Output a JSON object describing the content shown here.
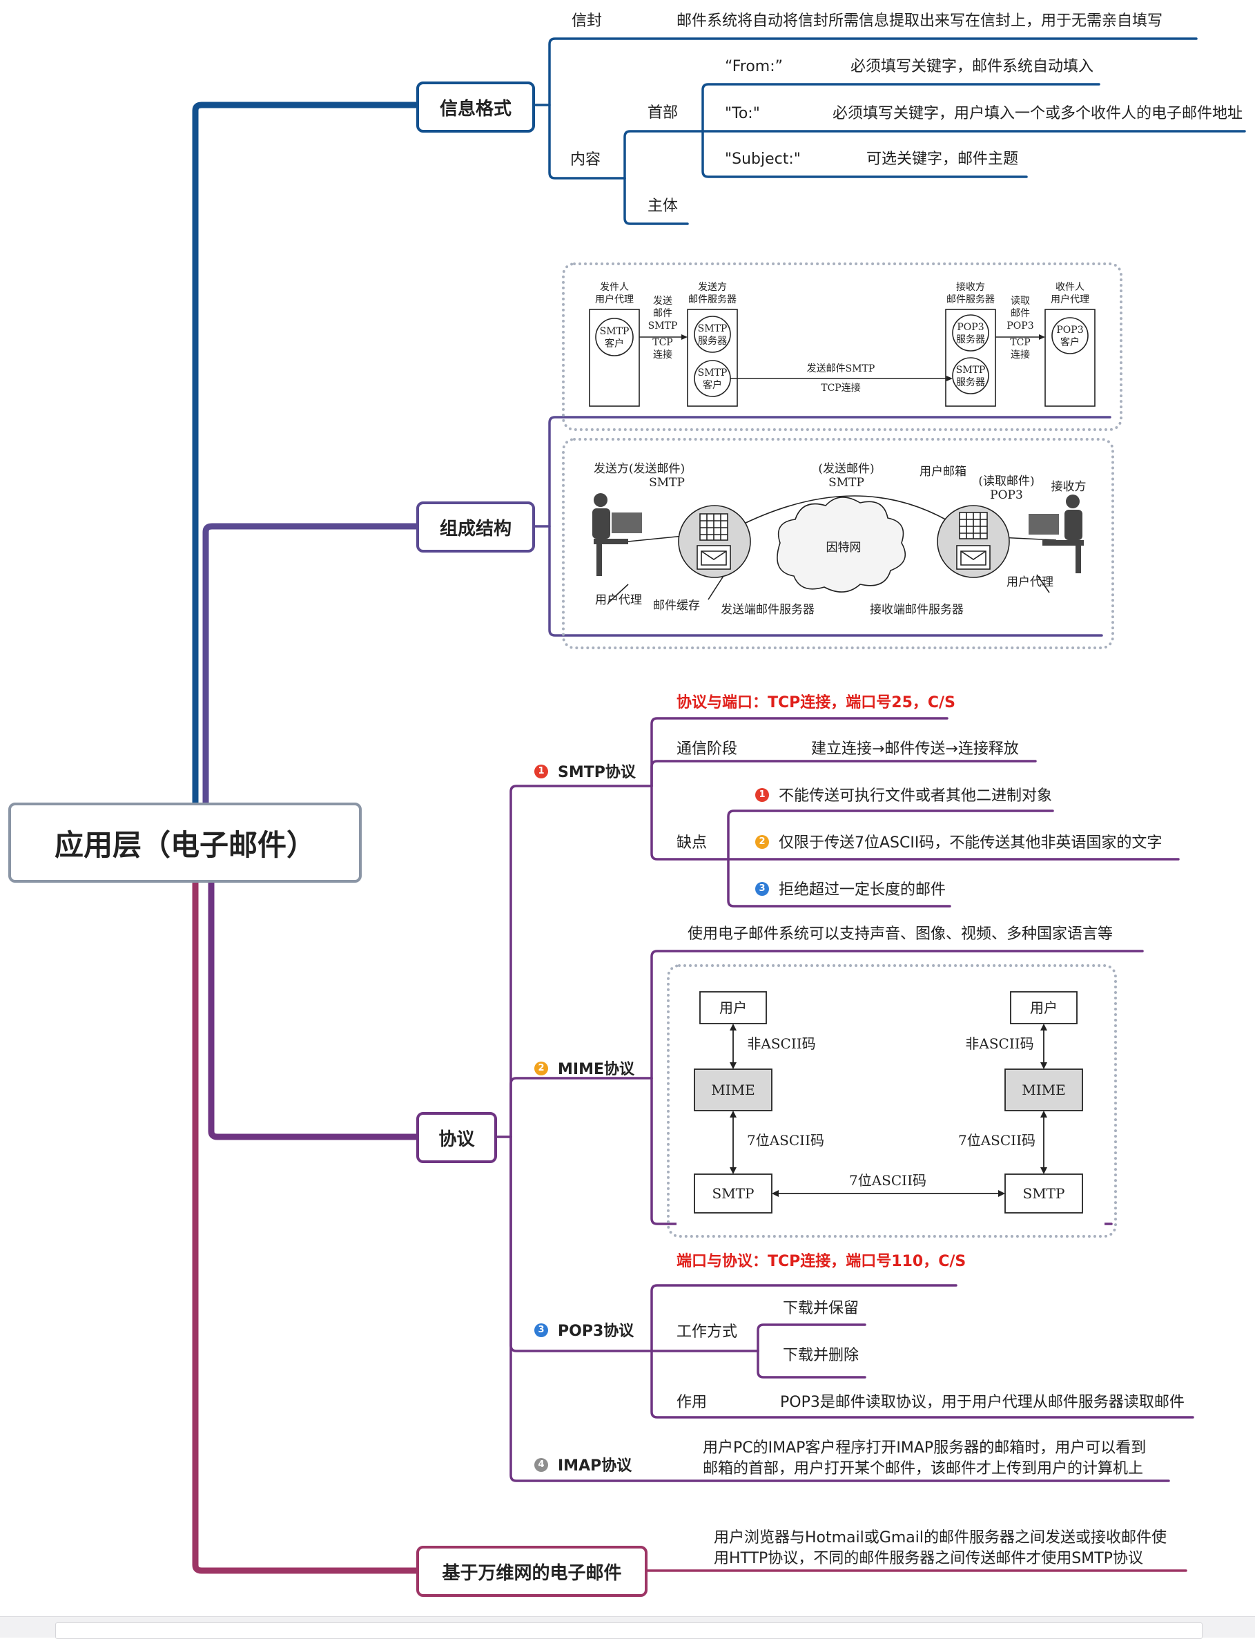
{
  "root": {
    "title": "应用层（电子邮件）"
  },
  "colors": {
    "info": "#12508e",
    "struct": "#5a4a92",
    "proto": "#6e3482",
    "web": "#9d3565",
    "red": "#e0201b",
    "badge1": "#e53b2c",
    "badge2": "#f2a21c",
    "badge3": "#2f7cd6",
    "badge4": "#8e8e8e"
  },
  "info_format": {
    "title": "信息格式",
    "envelope": {
      "label": "信封",
      "desc": "邮件系统将自动将信封所需信息提取出来写在信封上，用于无需亲自填写"
    },
    "content": {
      "label": "内容",
      "header": {
        "label": "首部",
        "items": [
          {
            "key": "“From:”",
            "desc": "必须填写关键字，邮件系统自动填入"
          },
          {
            "key": "\"To:\"",
            "desc": "必须填写关键字，用户填入一个或多个收件人的电子邮件地址"
          },
          {
            "key": "\"Subject:\"",
            "desc": "可选关键字，邮件主题"
          }
        ]
      },
      "body_label": "主体"
    }
  },
  "structure": {
    "title": "组成结构",
    "diagram1": {
      "sender_ua": [
        "发件人",
        "用户代理"
      ],
      "sender_ua_inner": [
        "SMTP",
        "客户"
      ],
      "send_label": [
        "发送",
        "邮件",
        "SMTP"
      ],
      "tcp": [
        "TCP",
        "连接"
      ],
      "send_server": [
        "发送方",
        "邮件服务器"
      ],
      "send_server_top": [
        "SMTP",
        "服务器"
      ],
      "send_server_bottom": [
        "SMTP",
        "客户"
      ],
      "middle_top": "发送邮件SMTP",
      "middle_bottom": "TCP连接",
      "recv_server": [
        "接收方",
        "邮件服务器"
      ],
      "recv_server_top": [
        "POP3",
        "服务器"
      ],
      "recv_server_bottom": [
        "SMTP",
        "服务器"
      ],
      "read_label": [
        "读取",
        "邮件",
        "POP3"
      ],
      "recv_ua": [
        "收件人",
        "用户代理"
      ],
      "recv_ua_inner": [
        "POP3",
        "客户"
      ]
    },
    "diagram2": {
      "sender": "发送方(发送邮件)",
      "sender_smtp": "SMTP",
      "mid_top": "(发送邮件)",
      "mid_smtp": "SMTP",
      "mailbox": "用户邮箱",
      "read": "(读取邮件)",
      "read_pop3": "POP3",
      "receiver": "接收方",
      "internet": "因特网",
      "ua_left": "用户代理",
      "cache": "邮件缓存",
      "send_server": "发送端邮件服务器",
      "recv_server": "接收端邮件服务器",
      "ua_right": "用户代理"
    }
  },
  "protocol": {
    "title": "协议",
    "smtp": {
      "num": "1",
      "label": "SMTP协议",
      "port": "协议与端口：TCP连接，端口号25，C/S",
      "phase_label": "通信阶段",
      "phase_desc": "建立连接→邮件传送→连接释放",
      "cons_label": "缺点",
      "cons": [
        {
          "num": "1",
          "text": "不能传送可执行文件或者其他二进制对象"
        },
        {
          "num": "2",
          "text": "仅限于传送7位ASCII码，不能传送其他非英语国家的文字"
        },
        {
          "num": "3",
          "text": "拒绝超过一定长度的邮件"
        }
      ]
    },
    "mime": {
      "num": "2",
      "label": "MIME协议",
      "desc": "使用电子邮件系统可以支持声音、图像、视频、多种国家语言等",
      "diagram": {
        "user": "用户",
        "non_ascii": "非ASCII码",
        "mime": "MIME",
        "ascii7": "7位ASCII码",
        "smtp": "SMTP"
      }
    },
    "pop3": {
      "num": "3",
      "label": "POP3协议",
      "port": "端口与协议：TCP连接，端口号110，C/S",
      "mode_label": "工作方式",
      "modes": [
        "下载并保留",
        "下载并删除"
      ],
      "use_label": "作用",
      "use_desc": "POP3是邮件读取协议，用于用户代理从邮件服务器读取邮件"
    },
    "imap": {
      "num": "4",
      "label": "IMAP协议",
      "desc": "用户PC的IMAP客户程序打开IMAP服务器的邮箱时，用户可以看到邮箱的首部，用户打开某个邮件，该邮件才上传到用户的计算机上"
    }
  },
  "web_mail": {
    "title": "基于万维网的电子邮件",
    "desc": "用户浏览器与Hotmail或Gmail的邮件服务器之间发送或接收邮件使用HTTP协议，不同的邮件服务器之间传送邮件才使用SMTP协议"
  }
}
